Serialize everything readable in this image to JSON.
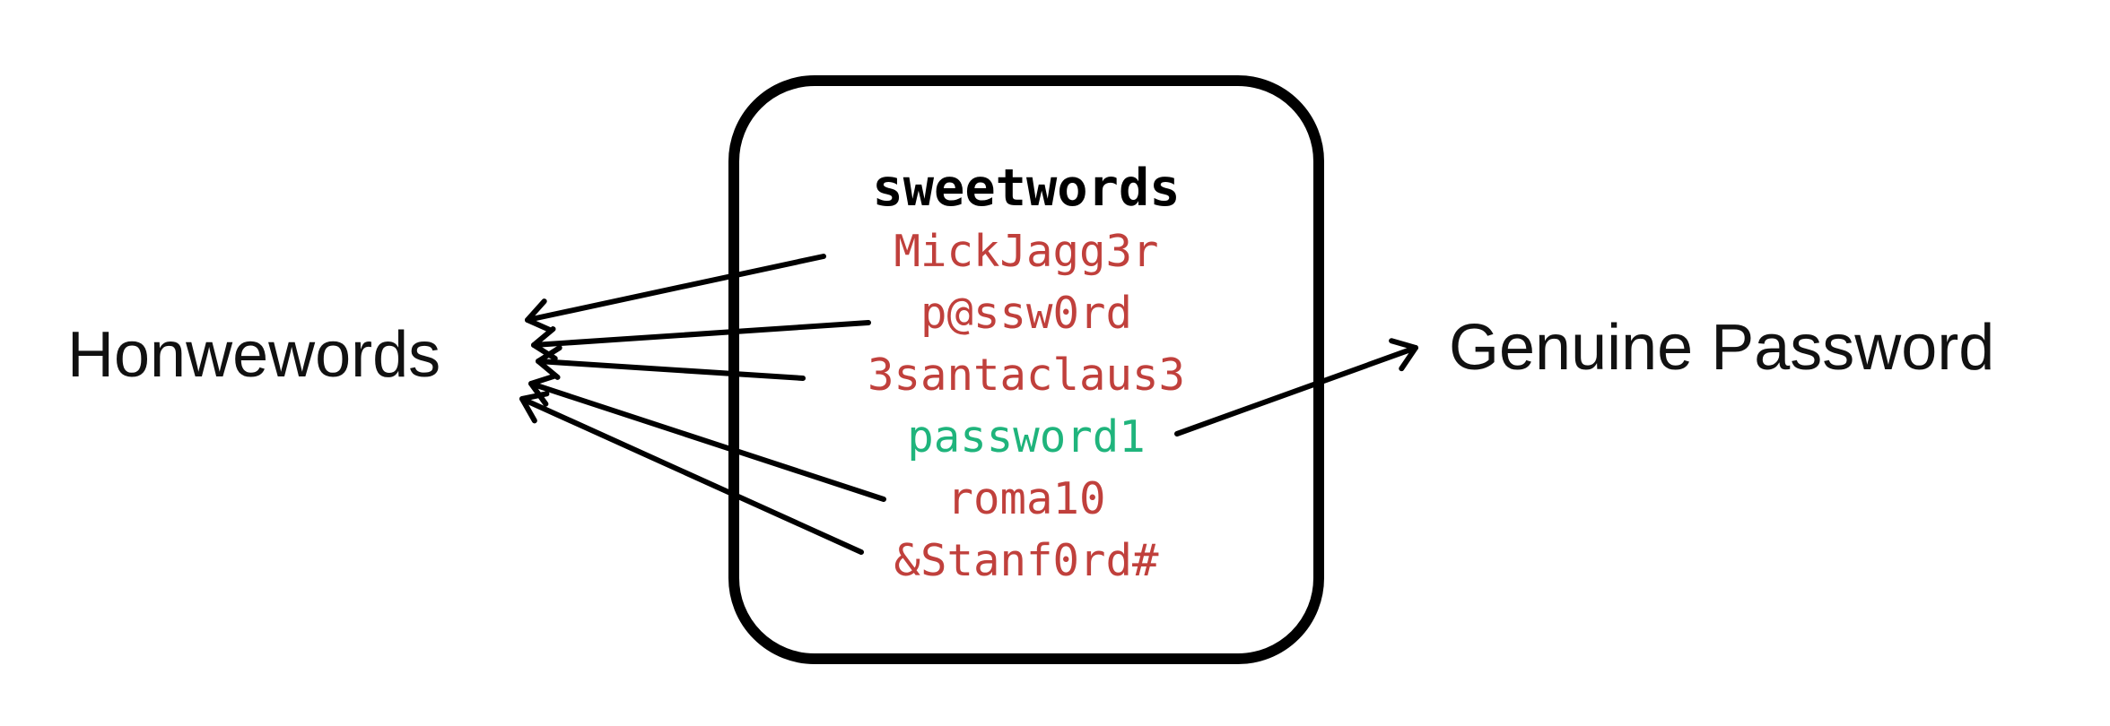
{
  "left_label": "Honwewords",
  "right_label": "Genuine Password",
  "box": {
    "title": "sweetwords",
    "words": [
      {
        "text": "MickJagg3r",
        "kind": "honeyword"
      },
      {
        "text": "p@ssw0rd",
        "kind": "honeyword"
      },
      {
        "text": "3santaclaus3",
        "kind": "honeyword"
      },
      {
        "text": "password1",
        "kind": "genuine"
      },
      {
        "text": "roma10",
        "kind": "honeyword"
      },
      {
        "text": "&Stanf0rd#",
        "kind": "honeyword"
      }
    ]
  },
  "colors": {
    "honeyword": "#c0403c",
    "genuine": "#1fb47c",
    "title": "#000000",
    "lines": "#000000"
  }
}
